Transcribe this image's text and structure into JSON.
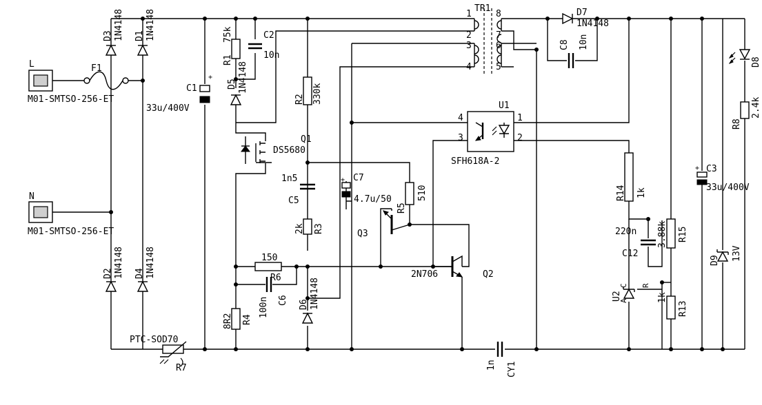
{
  "components": {
    "d3": {
      "ref": "D3",
      "val": "1N4148"
    },
    "d1": {
      "ref": "D1",
      "val": "1N4148"
    },
    "d2": {
      "ref": "D2",
      "val": "1N4148"
    },
    "d4": {
      "ref": "D4",
      "val": "1N4148"
    },
    "f1": {
      "ref": "F1"
    },
    "jl": {
      "pin": "L",
      "part": "M01-SMTSO-256-ET"
    },
    "jn": {
      "pin": "N",
      "part": "M01-SMTSO-256-ET"
    },
    "c1": {
      "ref": "C1",
      "val": "33u/400V"
    },
    "r1": {
      "ref": "R1",
      "val": "75k"
    },
    "c2": {
      "ref": "C2",
      "val": "10n"
    },
    "d5": {
      "ref": "D5",
      "val": "1N4148"
    },
    "r2": {
      "ref": "R2",
      "val": "330k"
    },
    "q1": {
      "ref": "Q1",
      "val": "DS5680"
    },
    "c5": {
      "ref": "C5",
      "val": "1n5"
    },
    "r3": {
      "ref": "R3",
      "val": "2k"
    },
    "c7": {
      "ref": "C7",
      "val": "4.7u/50"
    },
    "r5": {
      "ref": "R5",
      "val": "510"
    },
    "q3": {
      "ref": "Q3"
    },
    "r6": {
      "ref": "R6",
      "val": "150"
    },
    "c6": {
      "ref": "C6",
      "val": "100n"
    },
    "r4": {
      "ref": "R4",
      "val": "8R2"
    },
    "d6": {
      "ref": "D6",
      "val": "1N4148"
    },
    "q2": {
      "ref": "Q2",
      "val": "2N706"
    },
    "r7": {
      "ref": "R7",
      "val": "PTC-SOD70"
    },
    "tr1": {
      "ref": "TR1",
      "pins": [
        "1",
        "2",
        "3",
        "4",
        "8",
        "7",
        "6",
        "5"
      ]
    },
    "d7": {
      "ref": "D7",
      "val": "1N4148"
    },
    "c8": {
      "ref": "C8",
      "val": "10n"
    },
    "u1": {
      "ref": "U1",
      "val": "SFH618A-2",
      "pins": [
        "4",
        "3",
        "1",
        "2"
      ]
    },
    "cy1": {
      "ref": "CY1",
      "val": "1n"
    },
    "r14": {
      "ref": "R14",
      "val": "1k"
    },
    "c12": {
      "ref": "C12",
      "val": "220n"
    },
    "r15": {
      "ref": "R15",
      "val": "3.88k"
    },
    "r13": {
      "ref": "R13",
      "val": "1k"
    },
    "u2": {
      "ref": "U2",
      "pin_a": "A",
      "pin_c": "C",
      "pin_r": "R"
    },
    "c3": {
      "ref": "C3",
      "val": "33u/400V"
    },
    "d8": {
      "ref": "D8"
    },
    "r8": {
      "ref": "R8",
      "val": "2.4k"
    },
    "d9": {
      "ref": "D9",
      "val": "13V"
    }
  },
  "symbols": {
    "plus": "+"
  }
}
